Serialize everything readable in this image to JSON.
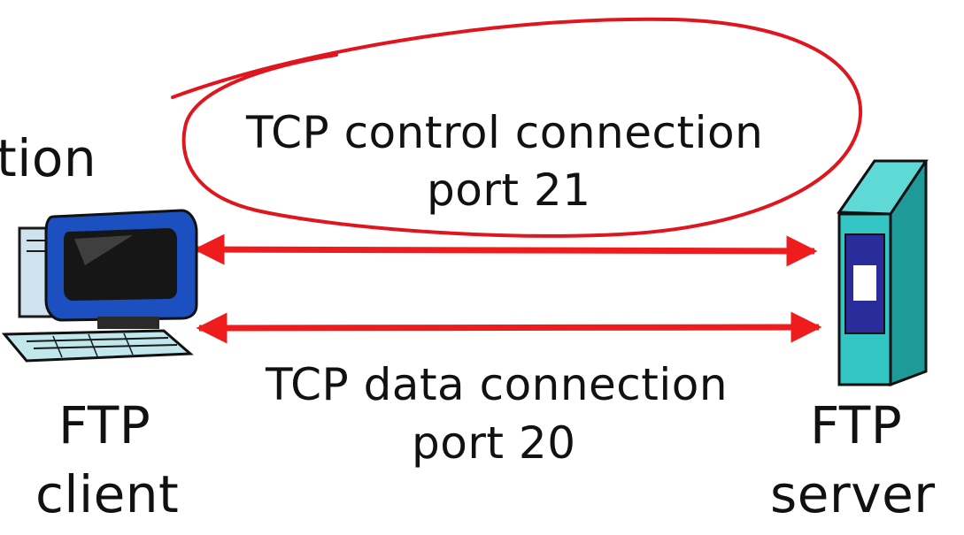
{
  "title_fragment": "tion",
  "control_connection": {
    "line1": "TCP control connection",
    "line2": "port 21"
  },
  "data_connection": {
    "line1": "TCP data connection",
    "line2": "port 20"
  },
  "client": {
    "line1": "FTP",
    "line2": "client",
    "icon": "desktop-computer-icon"
  },
  "server": {
    "line1": "FTP",
    "line2": "server",
    "icon": "server-tower-icon"
  },
  "colors": {
    "arrow": "#ee1c1c",
    "annotation": "#e0161f",
    "server_body": "#33c5c4",
    "server_panel": "#2b2c9c",
    "monitor_frame": "#1c4fc0"
  }
}
